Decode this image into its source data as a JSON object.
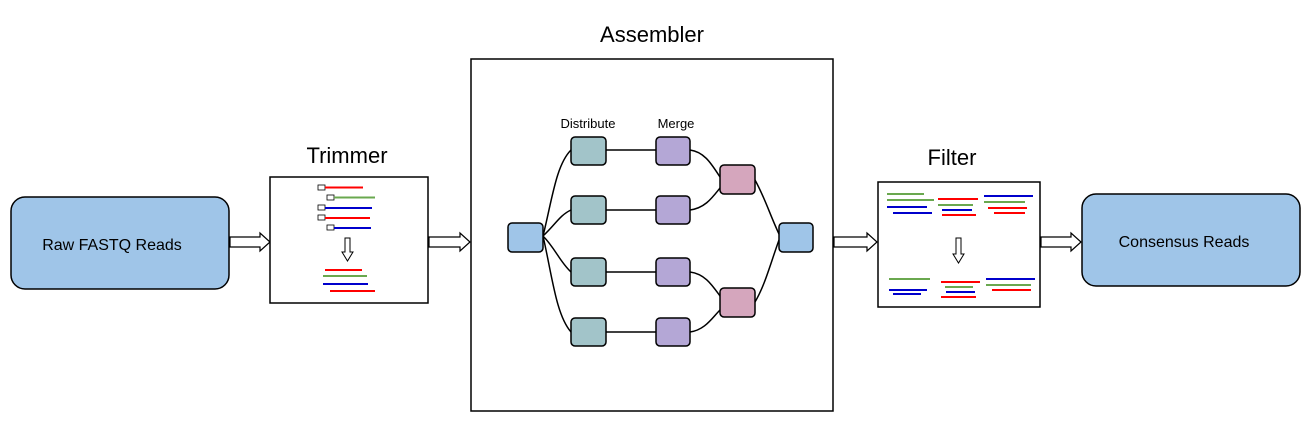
{
  "stages": {
    "input": "Raw FASTQ Reads",
    "trimmer": "Trimmer",
    "assembler": "Assembler",
    "filter": "Filter",
    "output": "Consensus Reads"
  },
  "assembler_labels": {
    "distribute": "Distribute",
    "merge": "Merge"
  },
  "colors": {
    "io_fill": "#9fc5e8",
    "node_entry": "#9fc5e8",
    "node_distribute": "#a2c4c9",
    "node_merge": "#b4a7d6",
    "node_combine": "#d5a6bd",
    "read_red": "#ff0000",
    "read_green": "#6aa84f",
    "read_blue": "#0000cc"
  }
}
